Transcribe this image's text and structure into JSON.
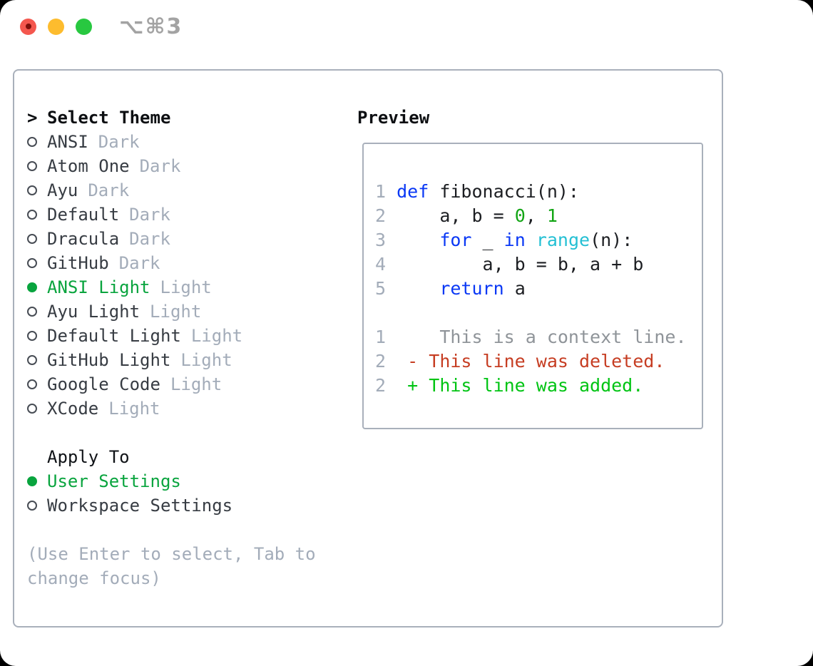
{
  "titlebar": {
    "shortcut": "⌥⌘3"
  },
  "theme_selector": {
    "prompt_marker": ">",
    "prompt": "Select Theme",
    "themes": [
      {
        "name": "ANSI",
        "tag": "Dark",
        "selected": false
      },
      {
        "name": "Atom One",
        "tag": "Dark",
        "selected": false
      },
      {
        "name": "Ayu",
        "tag": "Dark",
        "selected": false
      },
      {
        "name": "Default",
        "tag": "Dark",
        "selected": false
      },
      {
        "name": "Dracula",
        "tag": "Dark",
        "selected": false
      },
      {
        "name": "GitHub",
        "tag": "Dark",
        "selected": false
      },
      {
        "name": "ANSI Light",
        "tag": "Light",
        "selected": true
      },
      {
        "name": "Ayu Light",
        "tag": "Light",
        "selected": false
      },
      {
        "name": "Default Light",
        "tag": "Light",
        "selected": false
      },
      {
        "name": "GitHub Light",
        "tag": "Light",
        "selected": false
      },
      {
        "name": "Google Code",
        "tag": "Light",
        "selected": false
      },
      {
        "name": "XCode",
        "tag": "Light",
        "selected": false
      }
    ],
    "apply_to_label": "Apply To",
    "apply_to_options": [
      {
        "name": "User Settings",
        "selected": true
      },
      {
        "name": "Workspace Settings",
        "selected": false
      }
    ],
    "hint": "(Use Enter to select, Tab to change focus)"
  },
  "preview": {
    "title": "Preview",
    "lines": [
      {
        "num": "1",
        "segments": [
          {
            "text": "def",
            "cls": "kw"
          },
          {
            "text": " fibonacci(n):",
            "cls": "plain"
          }
        ]
      },
      {
        "num": "2",
        "segments": [
          {
            "text": "    a, b = ",
            "cls": "plain"
          },
          {
            "text": "0",
            "cls": "num"
          },
          {
            "text": ", ",
            "cls": "plain"
          },
          {
            "text": "1",
            "cls": "num"
          }
        ]
      },
      {
        "num": "3",
        "segments": [
          {
            "text": "    ",
            "cls": "plain"
          },
          {
            "text": "for",
            "cls": "kw"
          },
          {
            "text": " _ ",
            "cls": "plain"
          },
          {
            "text": "in",
            "cls": "kw"
          },
          {
            "text": " ",
            "cls": "plain"
          },
          {
            "text": "range",
            "cls": "builtin"
          },
          {
            "text": "(n):",
            "cls": "plain"
          }
        ]
      },
      {
        "num": "4",
        "segments": [
          {
            "text": "        a, b = b, a + b",
            "cls": "plain"
          }
        ]
      },
      {
        "num": "5",
        "segments": [
          {
            "text": "    ",
            "cls": "plain"
          },
          {
            "text": "return",
            "cls": "kw"
          },
          {
            "text": " a",
            "cls": "plain"
          }
        ]
      },
      {
        "num": "",
        "segments": []
      },
      {
        "num": "1",
        "segments": [
          {
            "text": "    This is a context line.",
            "cls": "ctx"
          }
        ]
      },
      {
        "num": "2",
        "segments": [
          {
            "text": " - This line was deleted.",
            "cls": "del"
          }
        ]
      },
      {
        "num": "2",
        "segments": [
          {
            "text": " + This line was added.",
            "cls": "add"
          }
        ]
      }
    ]
  },
  "colors": {
    "selection_green": "#09a43e",
    "keyword_blue": "#0a38f5",
    "builtin_cyan": "#25c0d4",
    "number_green": "#12a514",
    "added_green": "#00c413",
    "deleted_red": "#c63d22",
    "context_gray": "#8f9499",
    "line_number_gray": "#a3acb9",
    "muted_gray": "#a3acb9",
    "border_gray": "#a9b0bb",
    "traffic_red": "#f4574e",
    "traffic_yellow": "#fdbc2e",
    "traffic_green": "#28c840"
  }
}
